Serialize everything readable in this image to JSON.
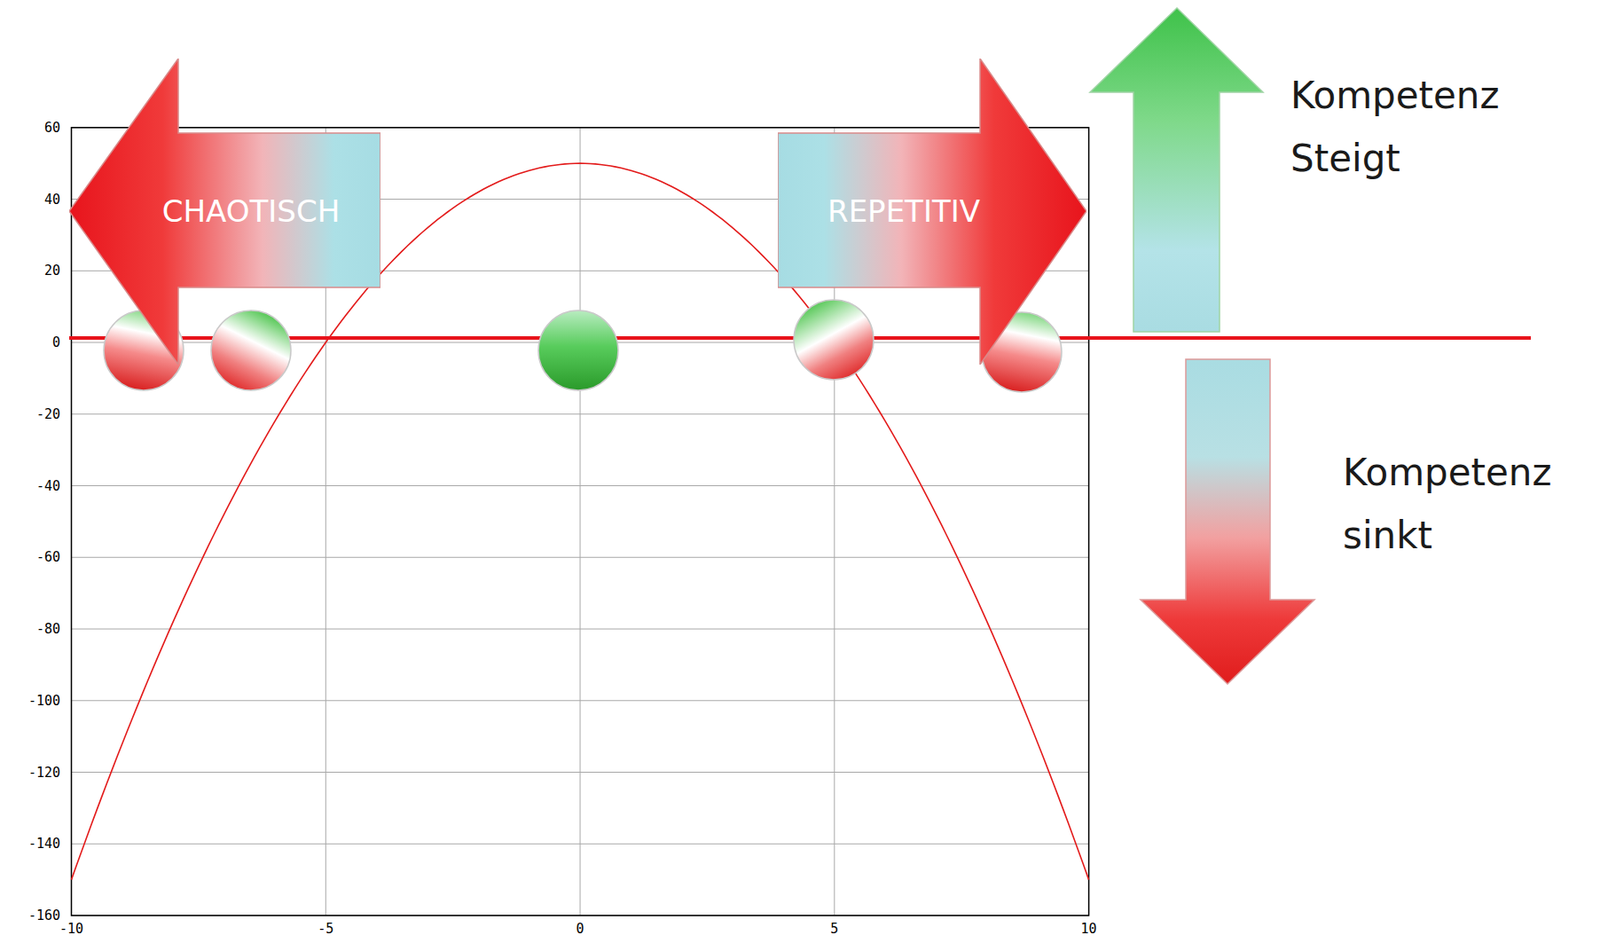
{
  "diagram": {
    "nodes": [
      {
        "text": [
          "CHAOTISCH"
        ]
      },
      {
        "text": [
          "REPETITIV"
        ]
      }
    ],
    "labels": [
      "60",
      "40",
      "20",
      "0",
      "-20",
      "-40",
      "-60",
      "-80",
      "-100",
      "-120",
      "-140",
      "-160",
      "-10",
      "-5",
      "0",
      "5",
      "10",
      "Kompetenz Steigt",
      "Kompetenz sinkt"
    ]
  }
}
